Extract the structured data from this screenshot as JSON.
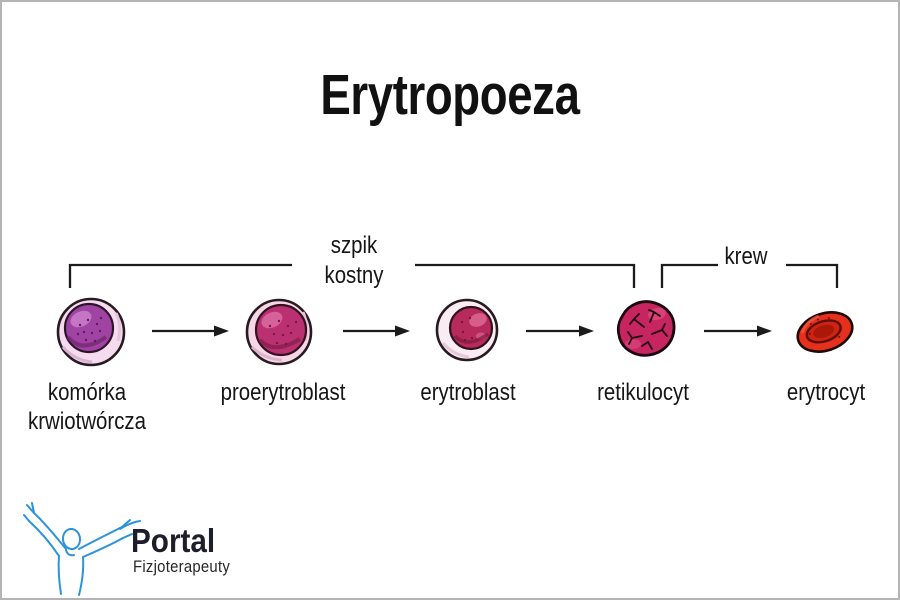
{
  "page": {
    "title": "Erytropoeza",
    "background": "#ffffff",
    "border_color": "#b4b4b4"
  },
  "brackets": {
    "bone_marrow": {
      "label": "szpik\nkostny"
    },
    "blood": {
      "label": "krew"
    }
  },
  "stages": [
    {
      "label": "komórka\nkrwiotwórcza"
    },
    {
      "label": "proerytroblast"
    },
    {
      "label": "erytroblast"
    },
    {
      "label": "retikulocyt"
    },
    {
      "label": "erytrocyt"
    }
  ],
  "colors": {
    "line": "#1b1b1b",
    "stem_cytoplasm": "#f4dcee",
    "stem_nucleus": "#a044a4",
    "stem_highlight": "#c678c6",
    "proerythroblast_cytoplasm": "#f5d7e6",
    "proerythroblast_nucleus": "#bb3071",
    "proerythroblast_highlight": "#d7659c",
    "erythroblast_cytoplasm": "#f9ecf2",
    "erythroblast_nucleus": "#b62a5c",
    "erythroblast_highlight": "#d9608c",
    "reticulocyte_body": "#c6255f",
    "reticulocyte_light": "#df4f82",
    "reticulocyte_branches": "#230812",
    "erythrocyte_body": "#e4301c",
    "erythrocyte_inner": "#cf2313",
    "erythrocyte_core": "#a5170a",
    "logo_blue": "#2d93d8"
  },
  "logo": {
    "title": "Portal",
    "subtitle": "Fizjoterapeuty"
  }
}
